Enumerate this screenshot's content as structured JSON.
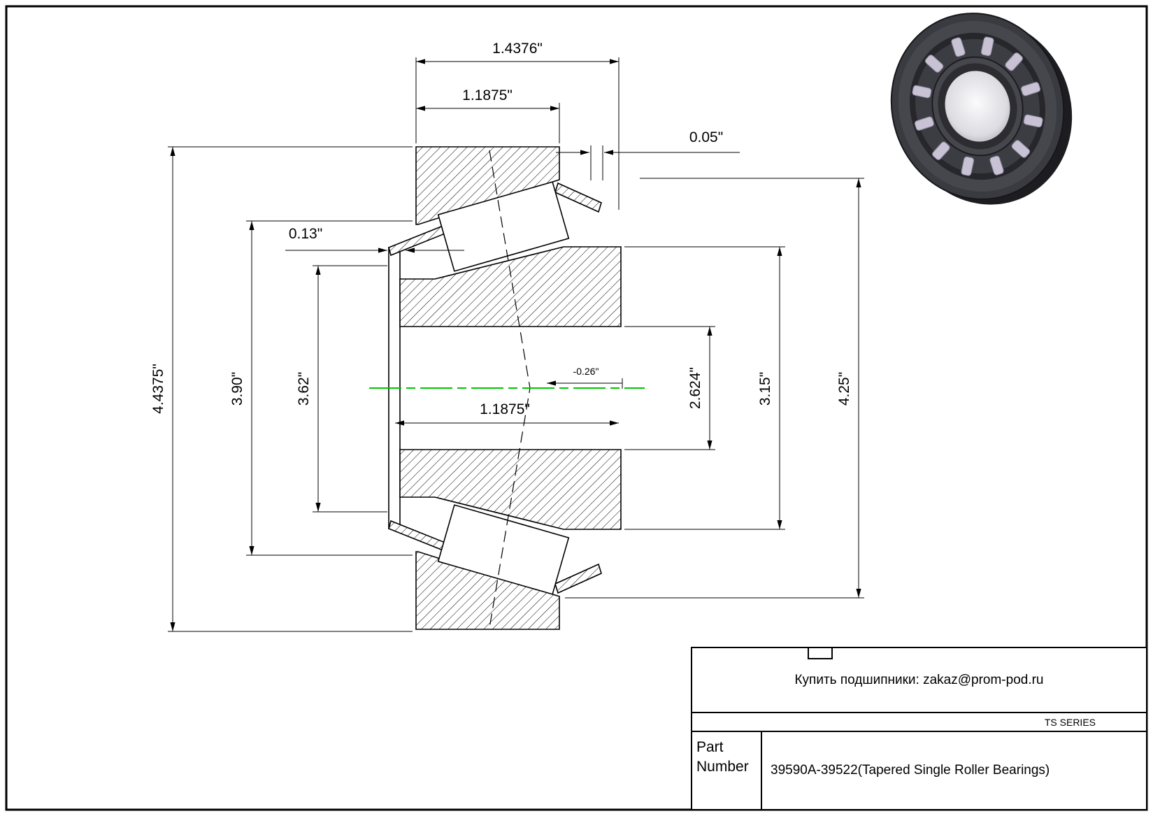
{
  "dims": {
    "overall_width": "1.4376\"",
    "cup_width": "1.1875\"",
    "protrusion": "0.05\"",
    "small_offset": "0.13\"",
    "outer_diameter": "4.4375\"",
    "left_inner_1": "3.90\"",
    "left_inner_2": "3.62\"",
    "cone_width": "1.1875\"",
    "apex_offset": "-0.26\"",
    "bore_diameter": "2.624\"",
    "right_inner_1": "3.15\"",
    "right_inner_2": "4.25\""
  },
  "title_block": {
    "contact": "Купить подшипники: zakaz@prom-pod.ru",
    "series": "TS SERIES",
    "part_label": "Part Number",
    "part_number": "39590A-39522(Tapered Single Roller Bearings)"
  },
  "colors": {
    "centerline_green": "#00c400",
    "line_black": "#000000"
  },
  "images": {
    "bearing_render": "tapered-roller-bearing-3d-render"
  }
}
